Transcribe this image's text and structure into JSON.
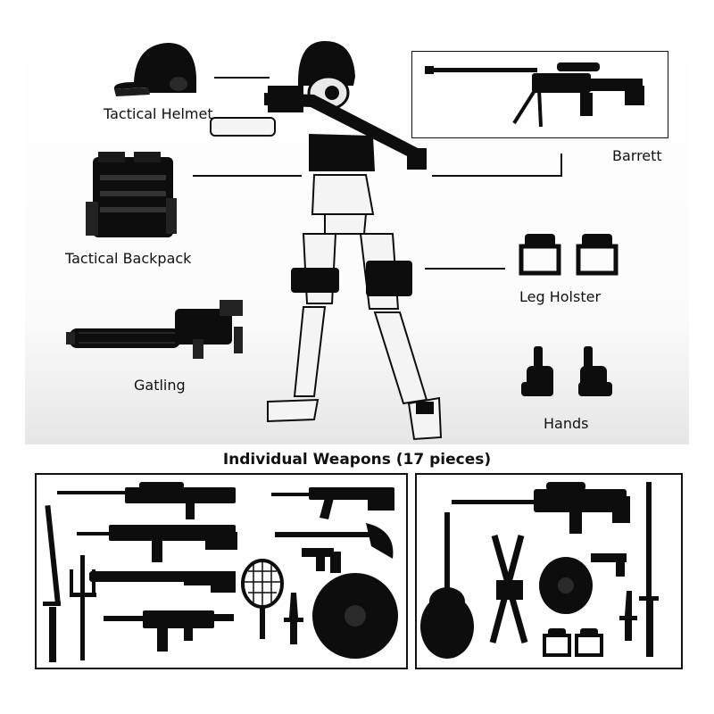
{
  "labels": {
    "helmet": "Tactical Helmet",
    "backpack": "Tactical Backpack",
    "gatling": "Gatling",
    "barrett": "Barrett",
    "holster": "Leg Holster",
    "hands": "Hands"
  },
  "section": {
    "title": "Individual Weapons (17 pieces)"
  },
  "colors": {
    "ink": "#0d0d0d",
    "figure_white": "#f4f4f4",
    "background": "#ffffff"
  }
}
